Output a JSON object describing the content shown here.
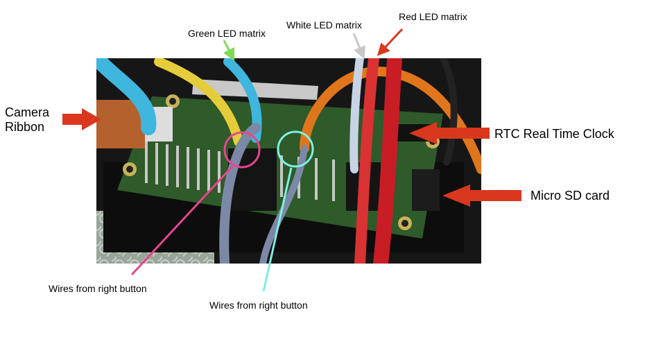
{
  "labels": {
    "green_led": "Green LED matrix",
    "white_led": "White LED matrix",
    "red_led": "Red LED matrix",
    "camera_ribbon_1": "Camera",
    "camera_ribbon_2": "Ribbon",
    "rtc": "RTC Real Time Clock",
    "micro_sd": "Micro SD card",
    "wires_left": "Wires from right button",
    "wires_right": "Wires from right button"
  },
  "colors": {
    "arrow_red": "#d9381e",
    "arrow_green": "#7ed957",
    "arrow_white": "#c8c8c8",
    "arrow_pink": "#e8458f",
    "arrow_cyan": "#7ff0e0",
    "circle_pink": "#e8458f",
    "circle_cyan": "#7ff0e0"
  },
  "image": {
    "description_icon": "raspberry-pi-zero-photo"
  }
}
